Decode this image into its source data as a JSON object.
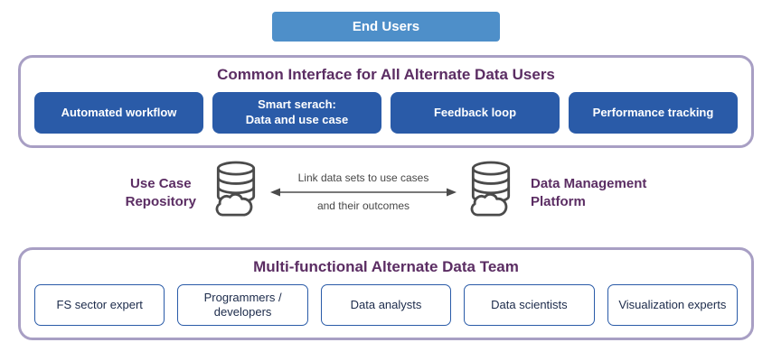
{
  "end_users": {
    "label": "End Users"
  },
  "common_interface": {
    "title": "Common Interface for All Alternate Data Users",
    "buttons": [
      {
        "label": "Automated workflow"
      },
      {
        "label": "Smart serach:\nData and use case"
      },
      {
        "label": "Feedback loop"
      },
      {
        "label": "Performance tracking"
      }
    ]
  },
  "data_layer": {
    "left_label": "Use Case\nRepository",
    "right_label": "Data Management\nPlatform",
    "arrow_text_line1": "Link data sets to use cases",
    "arrow_text_line2": "and their outcomes",
    "left_icon": "database-cloud-icon",
    "right_icon": "database-cloud-icon",
    "arrow_icon": "double-arrow-icon"
  },
  "team": {
    "title": "Multi-functional Alternate Data Team",
    "roles": [
      {
        "label": "FS sector expert"
      },
      {
        "label": "Programmers /\ndevelopers"
      },
      {
        "label": "Data analysts"
      },
      {
        "label": "Data scientists"
      },
      {
        "label": "Visualization experts"
      }
    ]
  },
  "colors": {
    "end_users_blue": "#4e8fc9",
    "button_blue": "#2a5ba8",
    "panel_border_purple": "#a89fc4",
    "heading_purple": "#5b2d63",
    "icon_gray": "#4b4b4b"
  }
}
